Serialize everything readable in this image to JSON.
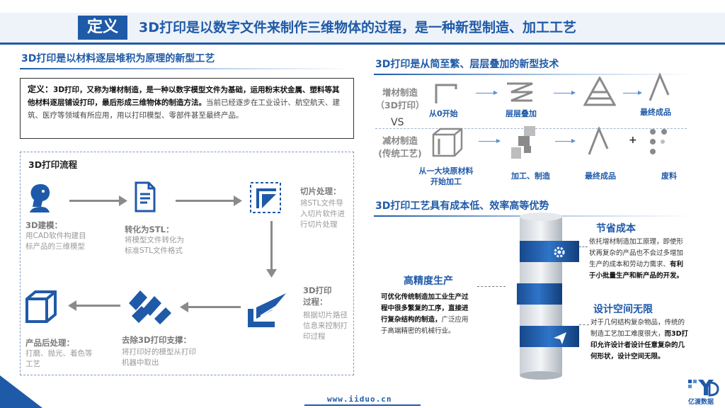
{
  "header": {
    "tag": "定义",
    "title": "3D打印是以数字文件来制作三维物体的过程，是一种新型制造、加工工艺"
  },
  "left": {
    "section_title": "3D打印是以材料逐层堆积为原理的新型工艺",
    "definition": {
      "label": "定义：",
      "bold_text": "3D打印，又称为增材制造，是一种以数字模型文件为基础，运用粉末状金属、塑料等其他材料逐层铺设打印，最后形成三维物体的制造方法。",
      "normal_text": "当前已经逐步在工业设计、航空航天、建筑、医疗等领域有所应用，用以打印模型、零部件甚至最终产品。"
    },
    "process": {
      "title": "3D打印流程",
      "steps": [
        {
          "title": "3D建模：",
          "desc": "用CAD软件构建目标产品的三维模型"
        },
        {
          "title": "转化为STL：",
          "desc": "将模型文件转化为标准STL文件格式"
        },
        {
          "title": "切片处理：",
          "desc": "将STL文件导入切片软件进行切片处理"
        },
        {
          "title": "3D打印过程：",
          "desc": "根据切片路径信息来控制打印过程"
        },
        {
          "title": "去除3D打印支撑：",
          "desc": "将打印好的模型从打印机器中取出"
        },
        {
          "title": "产品后处理：",
          "desc": "打磨、抛光、着色等工艺"
        }
      ]
    }
  },
  "right_top": {
    "section_title": "3D打印是从简至繁、层层叠加的新型技术",
    "additive_label": "增材制造\n（3D打印）",
    "vs": "VS",
    "subtractive_label": "减材制造\n(传统工艺)",
    "additive_steps": [
      "从0开始",
      "层层叠加",
      "最终成品"
    ],
    "subtractive_steps": [
      "从一大块原材料\n开始加工",
      "加工、制造",
      "最终成品",
      "废料"
    ],
    "plus": "+"
  },
  "right_bottom": {
    "section_title": "3D打印工艺具有成本低、效率高等优势",
    "cost": {
      "title": "节省成本",
      "desc_normal": "依托增材制造加工原理，即使形状再复杂的产品也不会过多增加生产的成本和劳动力需求、",
      "desc_bold": "有利于小批量生产和新产品的开发。"
    },
    "precision": {
      "title": "高精度生产",
      "desc_bold": "可优化传统制造加工业生产过程中很多繁复的工序，直接进行复杂结构的制造，",
      "desc_normal": "广泛应用于高端精密的机械行业。"
    },
    "design": {
      "title": "设计空间无限",
      "desc_normal": "对于几何结构复杂物品，传统的制造工艺加工难度很大，",
      "desc_bold": "而3D打印允许设计者设计任意复杂的几何形状，设计空间无限。"
    }
  },
  "footer": {
    "url": "www.iiduo.cn",
    "logo_text": "亿渡数据"
  },
  "colors": {
    "brand": "#1f5aa8",
    "grey": "#8a8a8a"
  }
}
